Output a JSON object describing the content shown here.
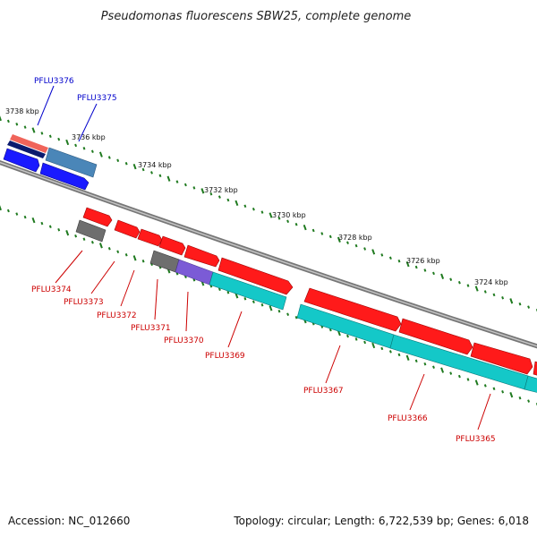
{
  "title": "Pseudomonas fluorescens SBW25, complete genome",
  "footer": {
    "accession": "Accession: NC_012660",
    "summary": "Topology: circular; Length: 6,722,539 bp; Genes: 6,018"
  },
  "colors": {
    "backbone": "#8a8a8a",
    "scale_tick": "#1f7a1f",
    "forward_cds": "#ff1a1a",
    "reverse_gene": "#1a1aff",
    "reverse_cds": "#14c8c8",
    "pseudo": "#6e6e6e",
    "label_forward": "#cc0000",
    "label_reverse": "#0000cc"
  },
  "scale_labels": [
    "3738 kbp",
    "3736 kbp",
    "3734 kbp",
    "3732 kbp",
    "3730 kbp",
    "3728 kbp",
    "3726 kbp",
    "3724 kbp"
  ],
  "gene_labels": {
    "reverse_strand": [
      "PFLU3376",
      "PFLU3375"
    ],
    "forward_strand": [
      "PFLU3374",
      "PFLU3373",
      "PFLU3372",
      "PFLU3371",
      "PFLU3370",
      "PFLU3369",
      "PFLU3367",
      "PFLU3366",
      "PFLU3365"
    ]
  }
}
